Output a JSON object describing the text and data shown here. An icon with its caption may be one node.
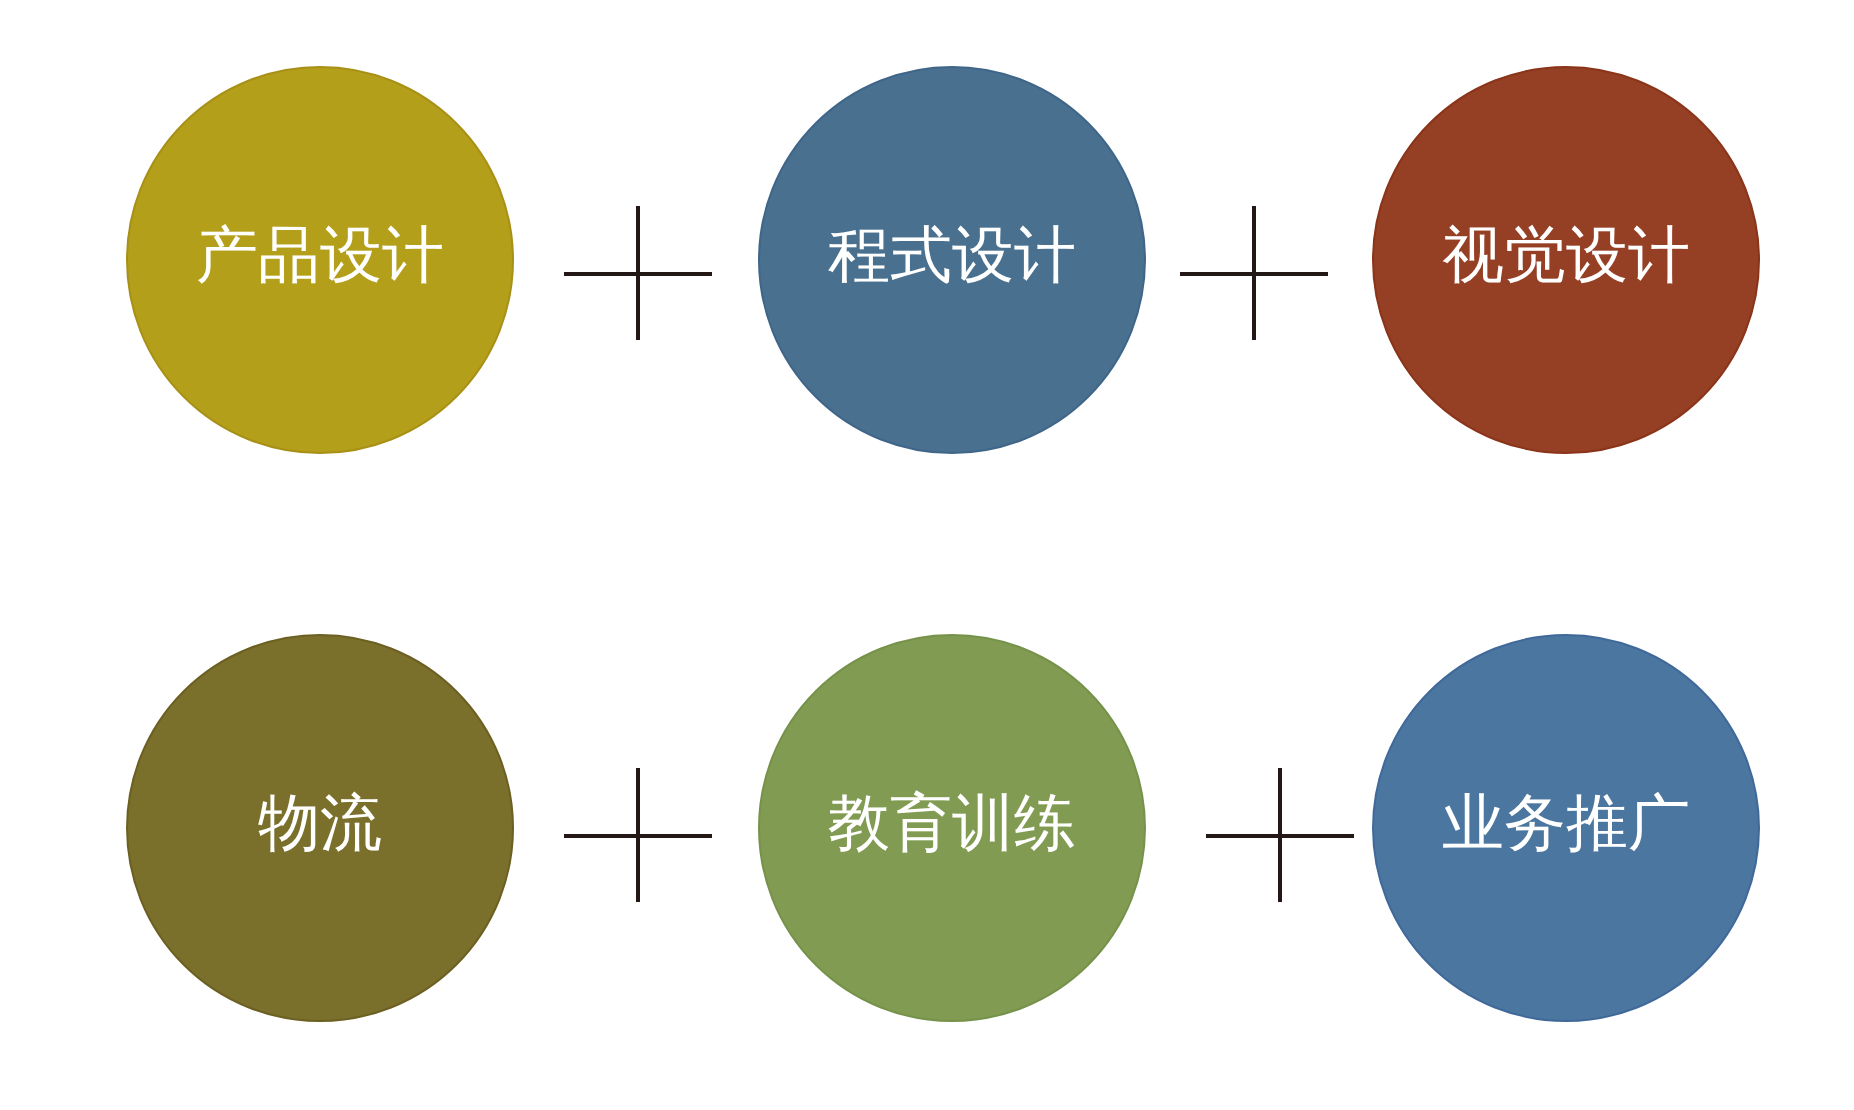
{
  "diagram": {
    "nodes": [
      {
        "text": [
          "产品设计"
        ]
      },
      {
        "text": [
          "程式设计"
        ]
      },
      {
        "text": [
          "视觉设计"
        ]
      },
      {
        "text": [
          "物流"
        ]
      },
      {
        "text": [
          "教育训练"
        ]
      },
      {
        "text": [
          "业务推广"
        ]
      }
    ]
  }
}
